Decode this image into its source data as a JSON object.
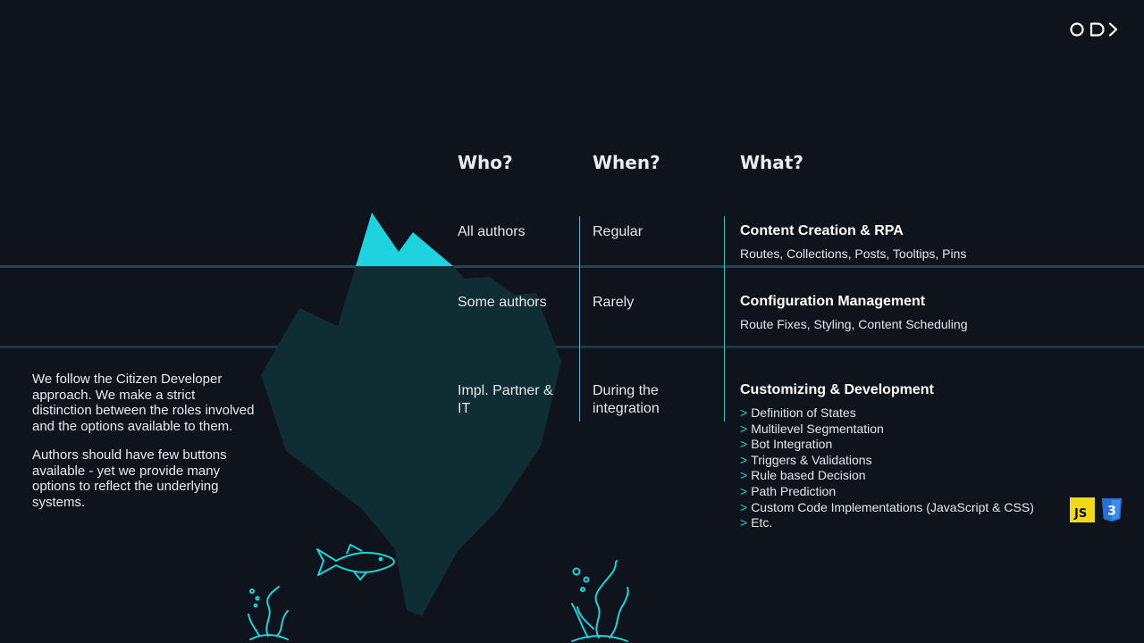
{
  "headers": {
    "who": "Who?",
    "when": "When?",
    "what": "What?"
  },
  "rows": [
    {
      "who": "All authors",
      "when": "Regular",
      "title": "Content Creation & RPA",
      "desc": "Routes, Collections, Posts, Tooltips, Pins"
    },
    {
      "who": "Some authors",
      "when": "Rarely",
      "title": "Configuration Management",
      "desc": "Route Fixes, Styling, Content Scheduling"
    },
    {
      "who": "Impl. Partner & IT",
      "when": "During the integration",
      "title": "Customizing & Development",
      "bullets": [
        "Definition of States",
        "Multilevel Segmentation",
        "Bot Integration",
        "Triggers & Validations",
        "Rule based Decision",
        "Path Prediction",
        "Custom Code Implementations (JavaScript & CSS)",
        "Etc."
      ]
    }
  ],
  "bullet_marker": ">",
  "intro": [
    "We follow the Citizen Developer approach. We make a strict distinction between the roles involved and the options available to them.",
    "Authors should have few buttons available - yet we provide many options to reflect the underlying systems."
  ],
  "badges": {
    "js": "JS",
    "css": "3"
  },
  "colors": {
    "background": "#0f131b",
    "accent": "#1ed2de",
    "iceberg_under": "#0f2e33",
    "waterline": "#1b4a52",
    "js_yellow": "#f0d81d",
    "css_blue": "#2b6fd6"
  },
  "icons": [
    "brand-logo-icon",
    "iceberg-icon",
    "fish-icon",
    "seaweed-icon",
    "javascript-icon",
    "css3-icon"
  ]
}
